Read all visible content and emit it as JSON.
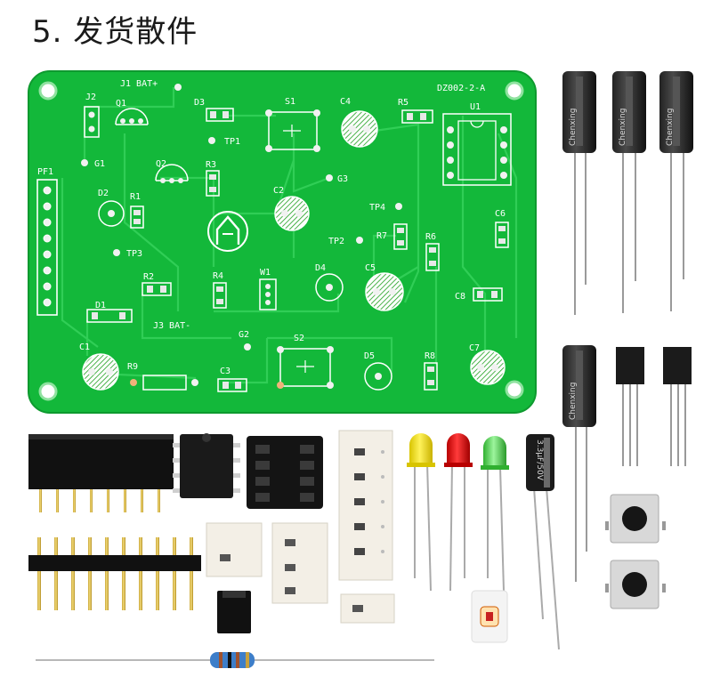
{
  "title": "5. 发货散件",
  "pcb": {
    "board_id": "DZ002-2-A",
    "labels": {
      "j1": "J1 BAT+",
      "j2": "J2",
      "j3": "J3 BAT-",
      "q1": "Q1",
      "q2": "Q2",
      "d1": "D1",
      "d2": "D2",
      "d3": "D3",
      "d4": "D4",
      "d5": "D5",
      "r1": "R1",
      "r2": "R2",
      "r3": "R3",
      "r4": "R4",
      "r5": "R5",
      "r6": "R6",
      "r7": "R7",
      "r8": "R8",
      "r9": "R9",
      "c1": "C1",
      "c2": "C2",
      "c3": "C3",
      "c4": "C4",
      "c5": "C5",
      "c6": "C6",
      "c7": "C7",
      "c8": "C8",
      "s1": "S1",
      "s2": "S2",
      "u1": "U1",
      "pf1": "PF1",
      "w1": "W1",
      "g1": "G1",
      "g2": "G2",
      "g3": "G3",
      "tp1": "TP1",
      "tp2": "TP2",
      "tp3": "TP3",
      "tp4": "TP4"
    }
  },
  "capacitor_label": "Chenxing",
  "small_cap_label": "3.3μF/50V"
}
